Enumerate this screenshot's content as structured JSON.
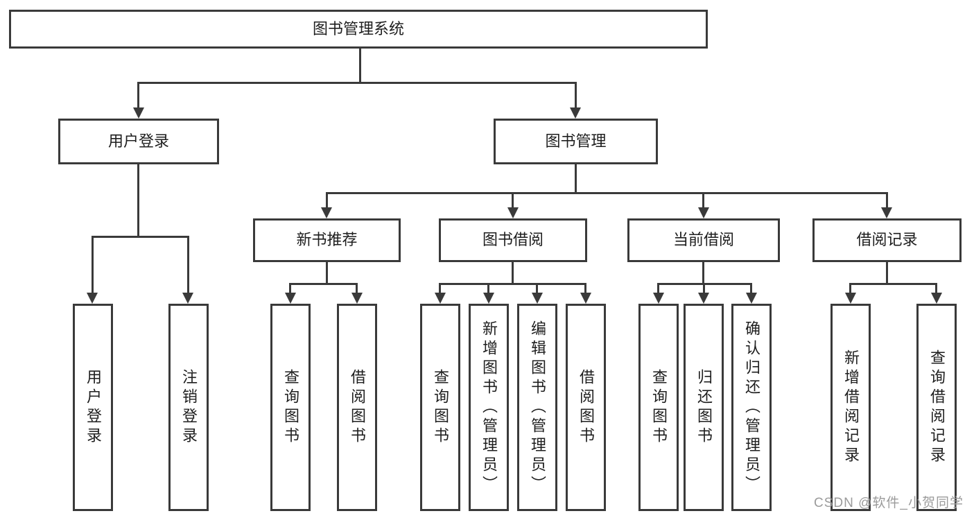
{
  "tree": {
    "root": {
      "label": "图书管理系统"
    },
    "branches": [
      {
        "label": "用户登录",
        "children": [
          {
            "label": "用户登录"
          },
          {
            "label": "注销登录"
          }
        ]
      },
      {
        "label": "图书管理",
        "children": [
          {
            "label": "新书推荐",
            "children": [
              {
                "label": "查询图书"
              },
              {
                "label": "借阅图书"
              }
            ]
          },
          {
            "label": "图书借阅",
            "children": [
              {
                "label": "查询图书"
              },
              {
                "label": "新增图书（管理员）"
              },
              {
                "label": "编辑图书（管理员）"
              },
              {
                "label": "借阅图书"
              }
            ]
          },
          {
            "label": "当前借阅",
            "children": [
              {
                "label": "查询图书"
              },
              {
                "label": "归还图书"
              },
              {
                "label": "确认归还（管理员）"
              }
            ]
          },
          {
            "label": "借阅记录",
            "children": [
              {
                "label": "新增借阅记录"
              },
              {
                "label": "查询借阅记录"
              }
            ]
          }
        ]
      }
    ]
  },
  "watermark": {
    "text": "CSDN @软件_小贺同学",
    "color": "#9b9b9b"
  },
  "colors": {
    "line": "#3a3a3a",
    "box_border": "#3a3a3a",
    "text": "#1e1e1e",
    "background": "#ffffff"
  }
}
